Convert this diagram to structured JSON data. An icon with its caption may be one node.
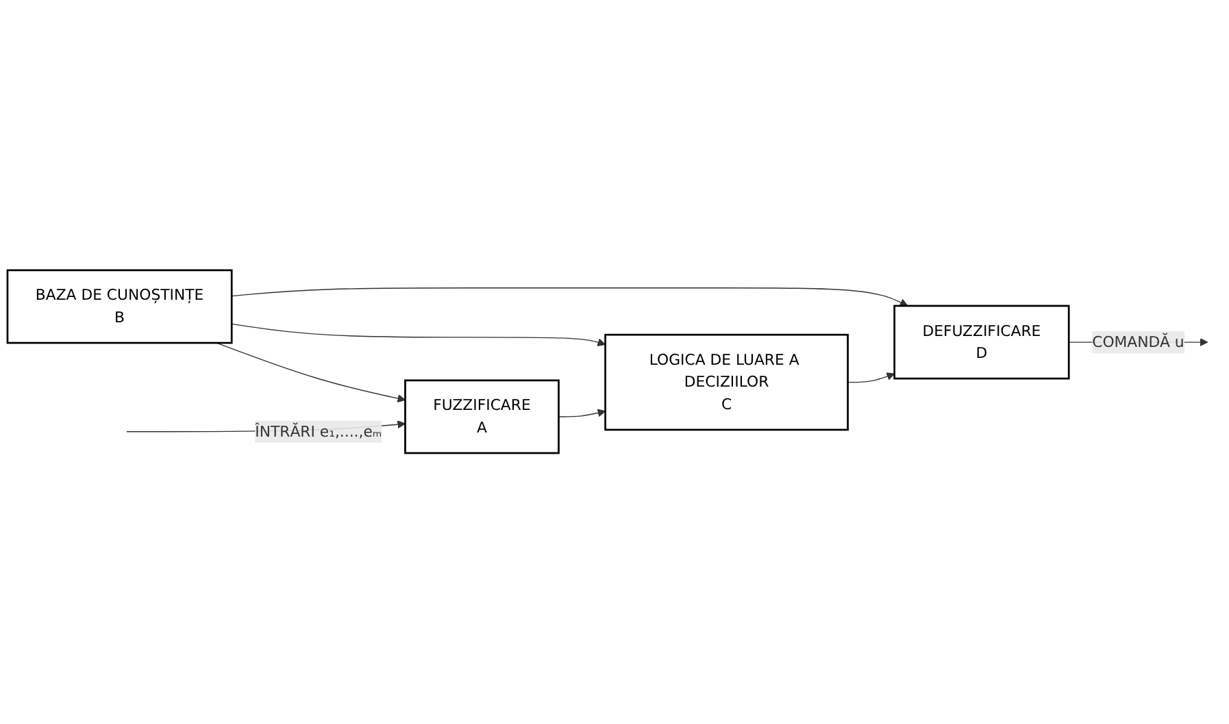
{
  "diagram": {
    "nodes": [
      {
        "text": [
          "BAZA DE CUNOȘTINȚE",
          "B"
        ]
      },
      {
        "text": [
          "FUZZIFICARE",
          "A"
        ]
      },
      {
        "text": [
          "LOGICA DE LUARE A DECIZIILOR",
          "C"
        ]
      },
      {
        "text": [
          "DEFUZZIFICARE",
          "D"
        ]
      }
    ],
    "edges": [
      {
        "from": 0,
        "to": 1,
        "arrow": "to"
      },
      {
        "from": 0,
        "to": 2,
        "arrow": "to"
      },
      {
        "from": 0,
        "to": 3,
        "arrow": "to"
      },
      {
        "from": null,
        "to": 1,
        "arrow": "to",
        "label": "ÎNTRĂRI e₁,....,eₘ"
      },
      {
        "from": 1,
        "to": 2,
        "arrow": "to"
      },
      {
        "from": 2,
        "to": 3,
        "arrow": "to"
      },
      {
        "from": 3,
        "to": null,
        "arrow": "to",
        "label": "COMANDĂ u"
      }
    ]
  }
}
